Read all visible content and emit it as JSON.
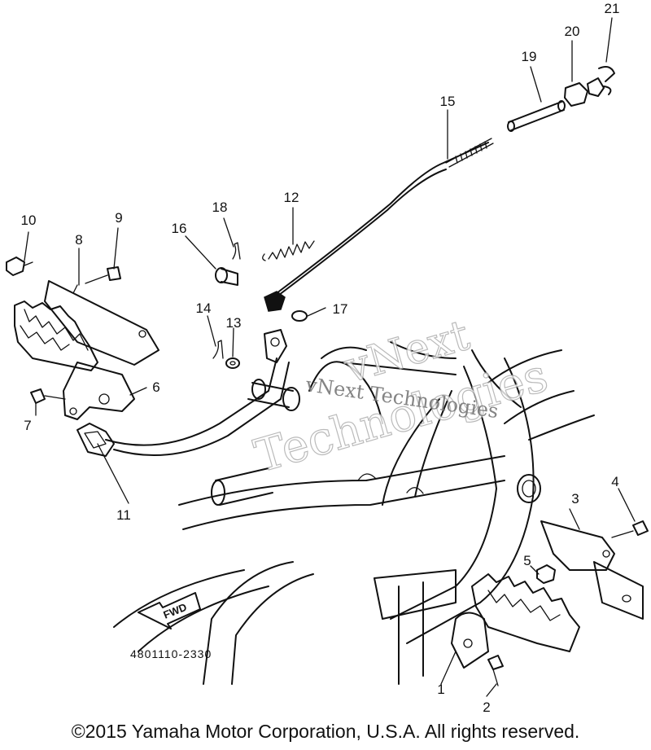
{
  "callouts": [
    "1",
    "2",
    "3",
    "4",
    "5",
    "6",
    "7",
    "8",
    "9",
    "10",
    "11",
    "12",
    "13",
    "14",
    "15",
    "16",
    "17",
    "18",
    "19",
    "20",
    "21"
  ],
  "diagram_code": "4801110-2330",
  "fwd_label": "FWD",
  "watermark": {
    "line1": "vNext",
    "line2": "Technologies",
    "small": "vNext Technologies"
  },
  "copyright": "©2015 Yamaha Motor Corporation, U.S.A. All rights reserved."
}
